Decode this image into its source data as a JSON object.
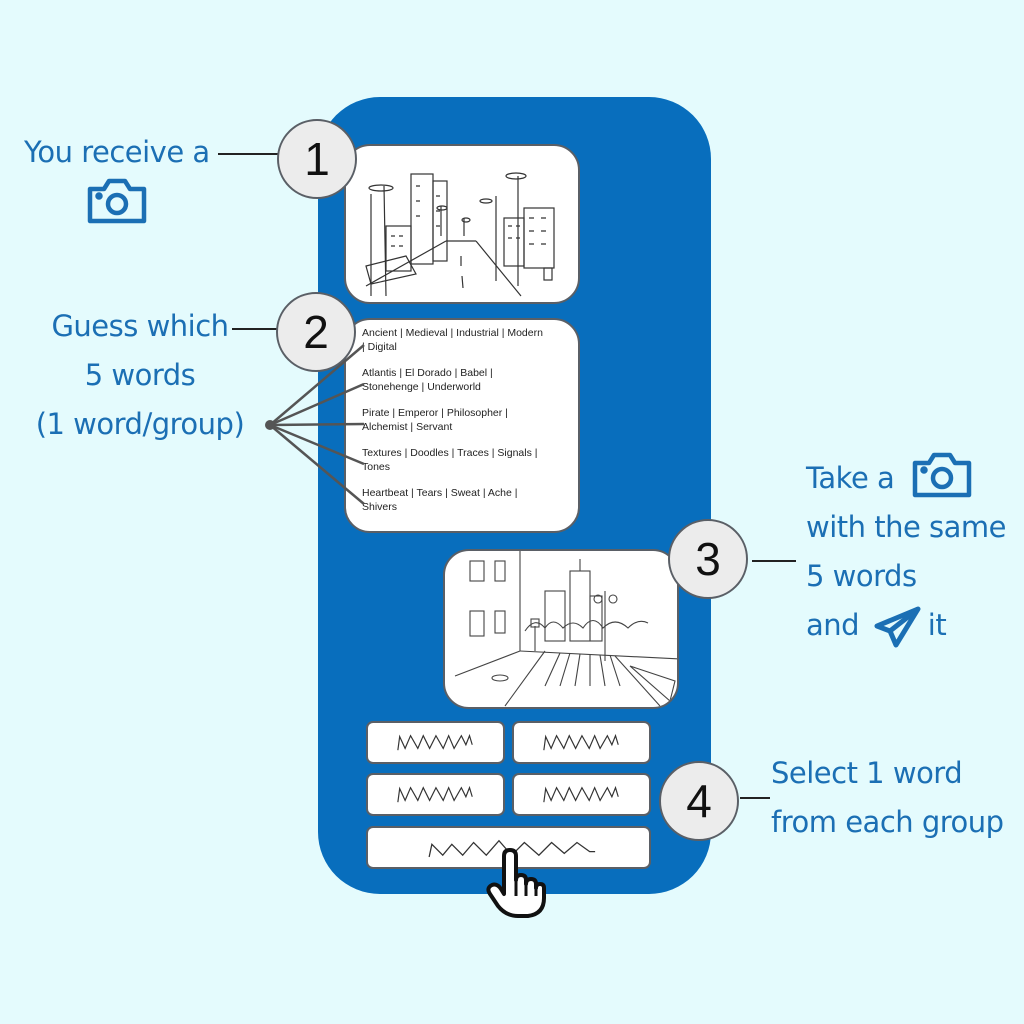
{
  "colors": {
    "background": "#e4fbfd",
    "phone": "#086ebd",
    "label_text": "#1b6fb4",
    "step_circle": "#ececec"
  },
  "steps": [
    {
      "number": "1",
      "label_lines": [
        "You receive a"
      ],
      "icon": "camera-icon"
    },
    {
      "number": "2",
      "label_lines": [
        "Guess which",
        "5 words",
        "(1 word/group)"
      ]
    },
    {
      "number": "3",
      "label_lines": [
        "Take a",
        "with the same",
        "5 words",
        "and",
        "it"
      ],
      "icons": [
        "camera-icon",
        "paper-plane-icon"
      ]
    },
    {
      "number": "4",
      "label_lines": [
        "Select 1 word",
        "from each group"
      ]
    }
  ],
  "received_photo": {
    "description": "sketch of city street with street lamps and buildings"
  },
  "taken_photo": {
    "description": "sketch of city crossing with skyscrapers and trees"
  },
  "word_groups": [
    {
      "line1": "Ancient | Medieval | Industrial | Modern",
      "line2": "| Digital"
    },
    {
      "line1": "Atlantis | El Dorado | Babel |",
      "line2": "Stonehenge | Underworld"
    },
    {
      "line1": "Pirate | Emperor | Philosopher |",
      "line2": "Alchemist | Servant"
    },
    {
      "line1": "Textures | Doodles | Traces | Signals |",
      "line2": "Tones"
    },
    {
      "line1": "Heartbeat | Tears | Sweat | Ache |",
      "line2": "Shivers"
    }
  ],
  "word_buttons": [
    {
      "content": "scribble"
    },
    {
      "content": "scribble"
    },
    {
      "content": "scribble"
    },
    {
      "content": "scribble"
    },
    {
      "content": "scribble"
    }
  ],
  "cursor": "hand-pointer-icon"
}
